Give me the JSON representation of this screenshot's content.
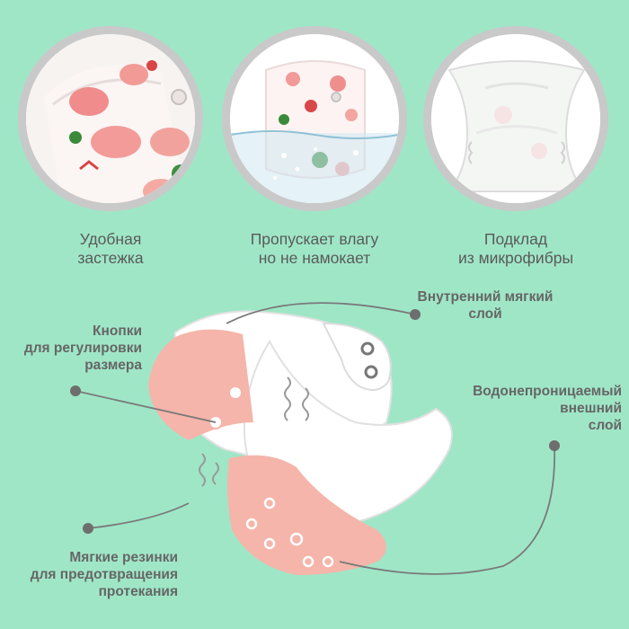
{
  "features": [
    {
      "line1": "Удобная",
      "line2": "застежка"
    },
    {
      "line1": "Пропускает влагу",
      "line2": "но не намокает"
    },
    {
      "line1": "Подклад",
      "line2": "из микрофибры"
    }
  ],
  "callouts": {
    "inner_layer": {
      "line1": "Внутренний мягкий",
      "line2": "слой"
    },
    "snaps": {
      "line1": "Кнопки",
      "line2": "для регулировки",
      "line3": "размера"
    },
    "outer_layer": {
      "line1": "Водонепроницаемый",
      "line2": "внешний",
      "line3": "слой"
    },
    "elastics": {
      "line1": "Мягкие резинки",
      "line2": "для предотвращения",
      "line3": "протекания"
    }
  },
  "colors": {
    "background": "#9fe6c7",
    "circle_ring": "#c9c9c9",
    "diaper_pink": "#f5b5aa",
    "text": "#5a5a5a",
    "leader_line": "#7a7a7a"
  }
}
